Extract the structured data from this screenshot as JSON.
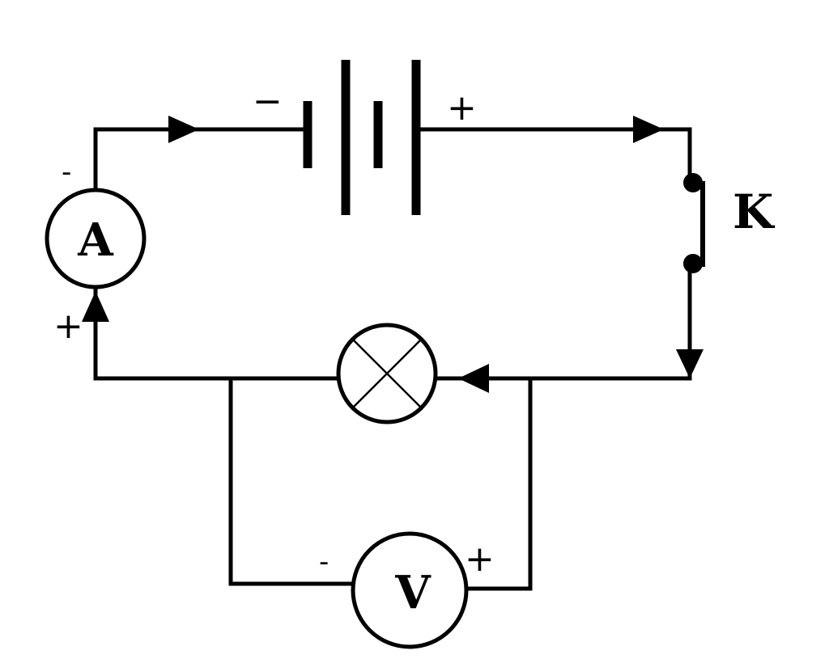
{
  "ammeter": {
    "label": "A",
    "neg_sign": "-",
    "pos_sign": "+"
  },
  "voltmeter": {
    "label": "V",
    "neg_sign": "-",
    "pos_sign": "+"
  },
  "battery": {
    "neg_sign": "−",
    "pos_sign": "+"
  },
  "switch": {
    "label": "K"
  }
}
